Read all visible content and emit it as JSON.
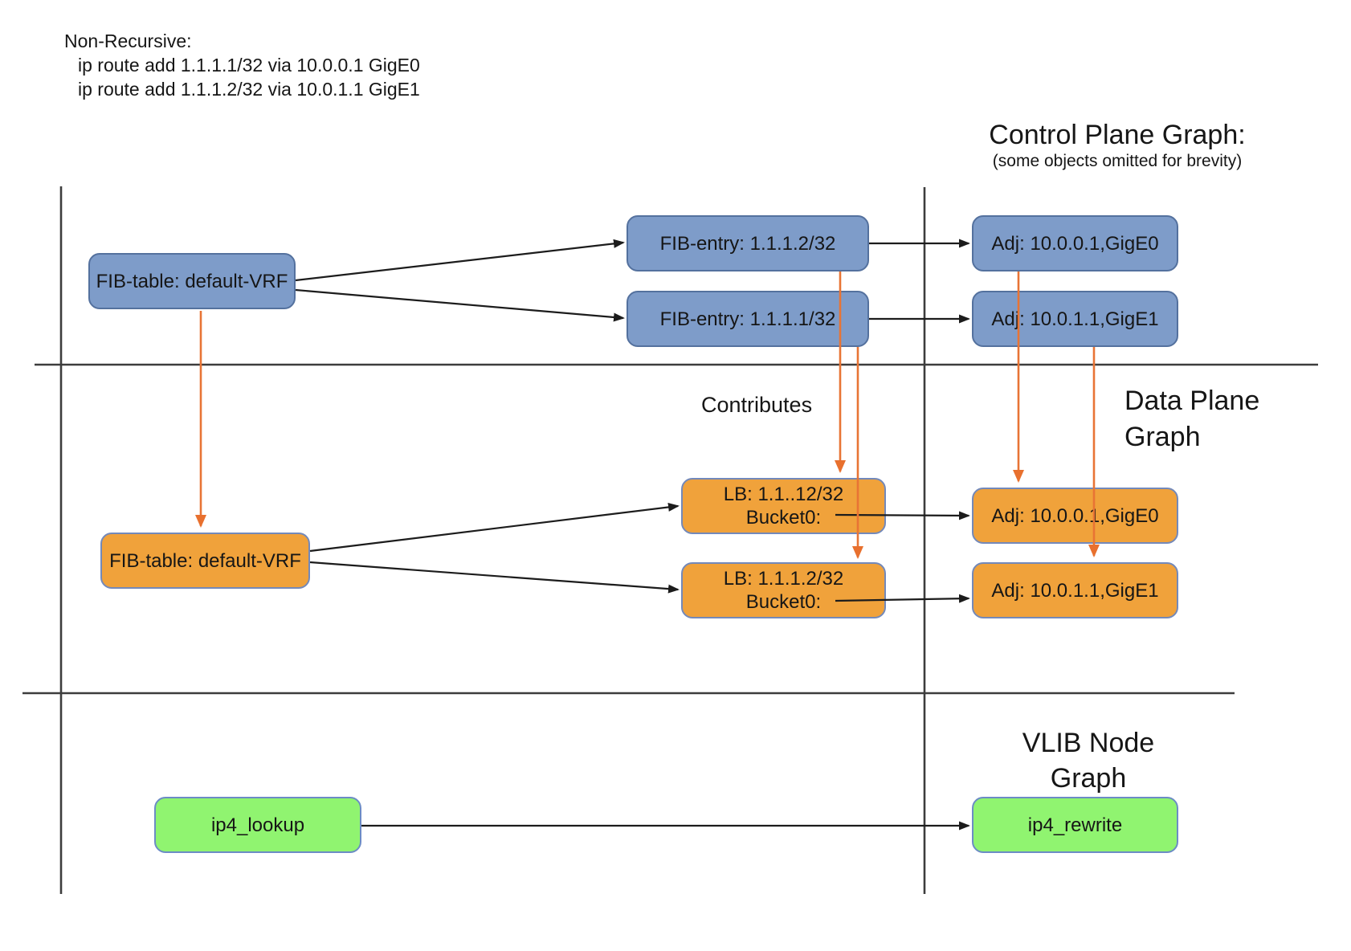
{
  "annotations": {
    "non_recursive_title": "Non-Recursive:",
    "route_command_1": "ip route add 1.1.1.1/32 via 10.0.0.1 GigE0",
    "route_command_2": "ip route add 1.1.1.2/32 via 10.0.1.1 GigE1",
    "control_plane_title": "Control Plane Graph:",
    "control_plane_subtitle": "(some objects omitted for brevity)",
    "data_plane_title_line1": "Data Plane",
    "data_plane_title_line2": "Graph",
    "vlib_title_line1": "VLIB Node",
    "vlib_title_line2": "Graph",
    "contributes_label": "Contributes"
  },
  "nodes": {
    "control_plane": {
      "fib_table": "FIB-table: default-VRF",
      "fib_entry_2": "FIB-entry: 1.1.1.2/32",
      "fib_entry_1": "FIB-entry: 1.1.1.1/32",
      "adj_0": "Adj: 10.0.0.1,GigE0",
      "adj_1": "Adj: 10.0.1.1,GigE1"
    },
    "data_plane": {
      "fib_table": "FIB-table: default-VRF",
      "lb_1_line1": "LB: 1.1..12/32",
      "lb_1_line2": "Bucket0:",
      "lb_2_line1": "LB: 1.1.1.2/32",
      "lb_2_line2": "Bucket0:",
      "adj_0": "Adj: 10.0.0.1,GigE0",
      "adj_1": "Adj: 10.0.1.1,GigE1"
    },
    "vlib": {
      "ip4_lookup": "ip4_lookup",
      "ip4_rewrite": "ip4_rewrite"
    }
  },
  "colors": {
    "blue_fill": "#7E9CC9",
    "blue_border": "#54719E",
    "orange_fill": "#F0A23B",
    "orange_border": "#7389BA",
    "green_fill": "#90F470",
    "green_border": "#6C8CC5",
    "orange_arrow": "#E87435",
    "black_line": "#2B2B2B"
  }
}
